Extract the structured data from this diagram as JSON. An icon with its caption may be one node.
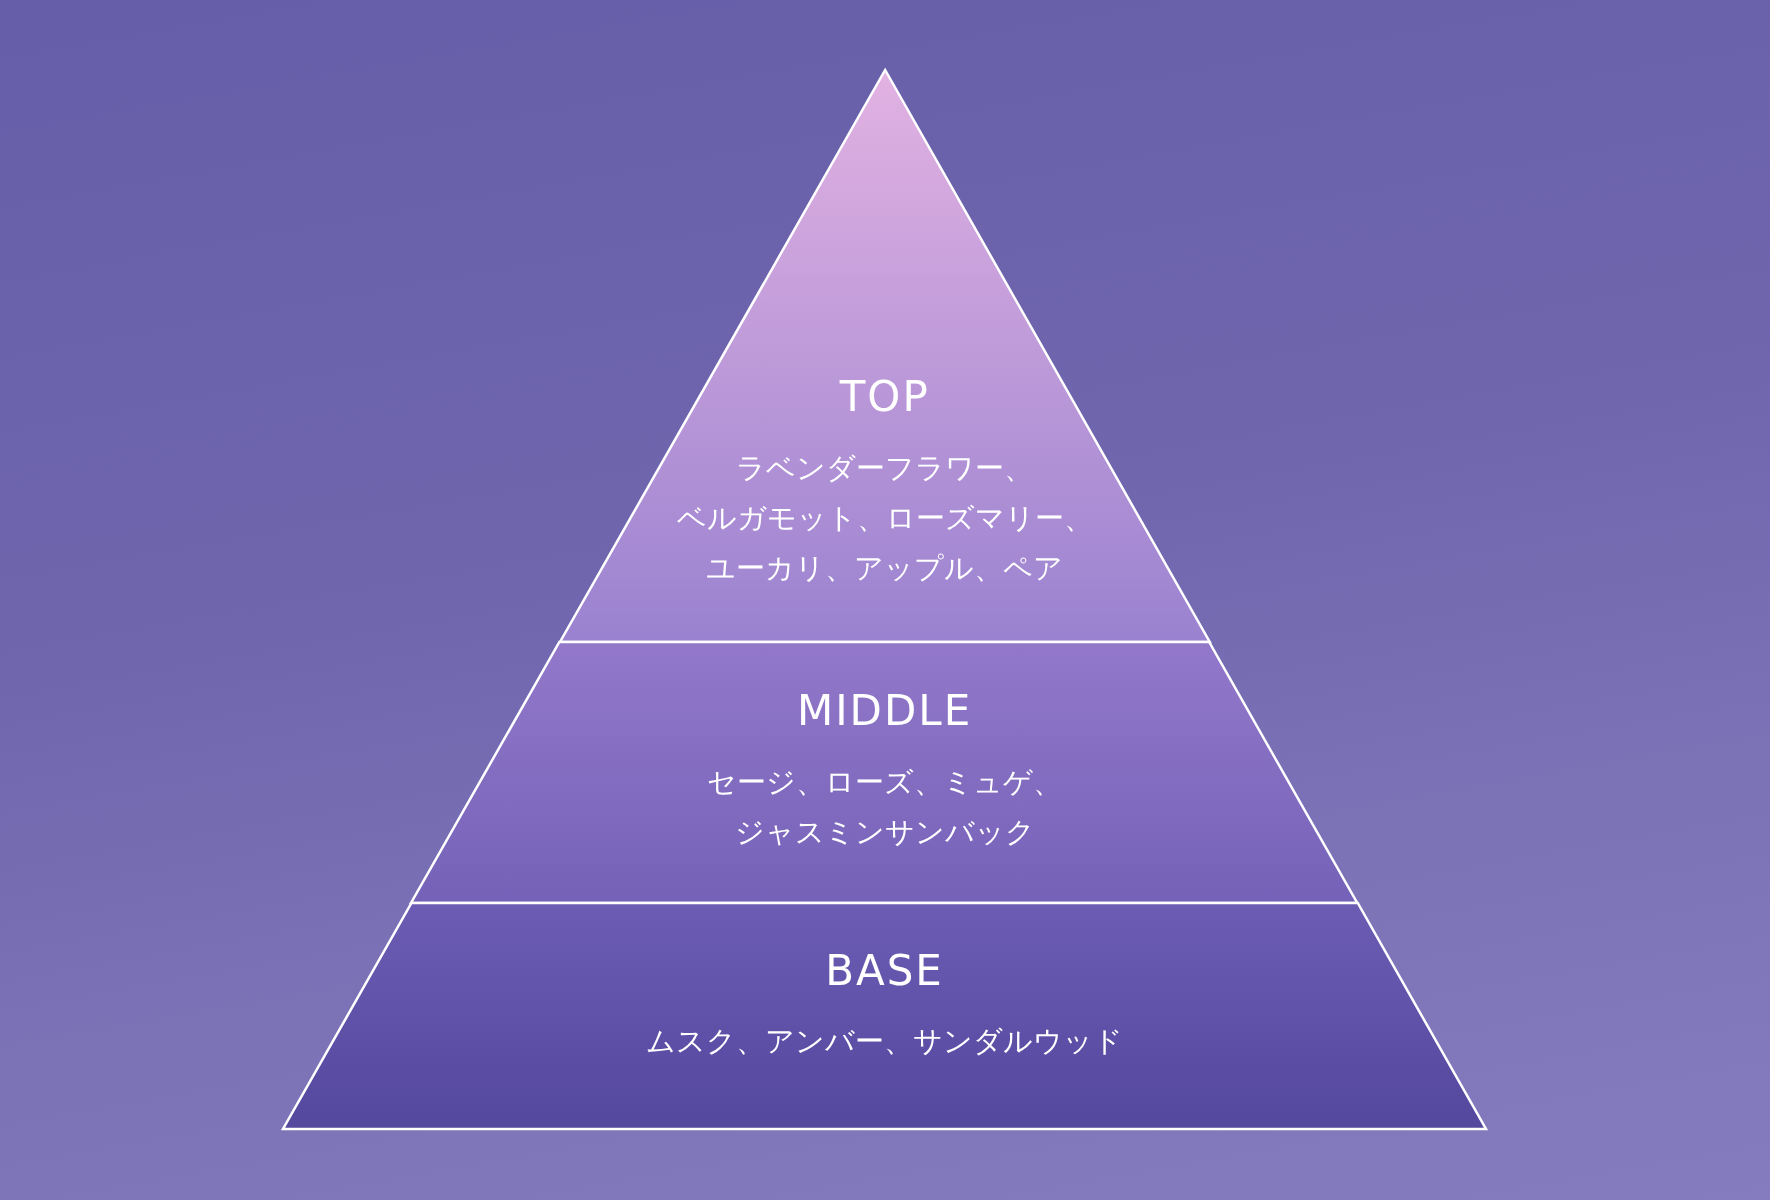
{
  "diagram": {
    "nodes": [
      {
        "text": [
          "TOP",
          "ラベンダーフラワー、ベルガモット、ローズマリー、ユーカリ、アップル、ペア"
        ]
      },
      {
        "text": [
          "MIDDLE",
          "セージ、ローズ、ミュゲ、ジャスミンサンバック"
        ]
      },
      {
        "text": [
          "BASE",
          "ムスク、アンバー、サンダルウッド"
        ]
      }
    ]
  }
}
